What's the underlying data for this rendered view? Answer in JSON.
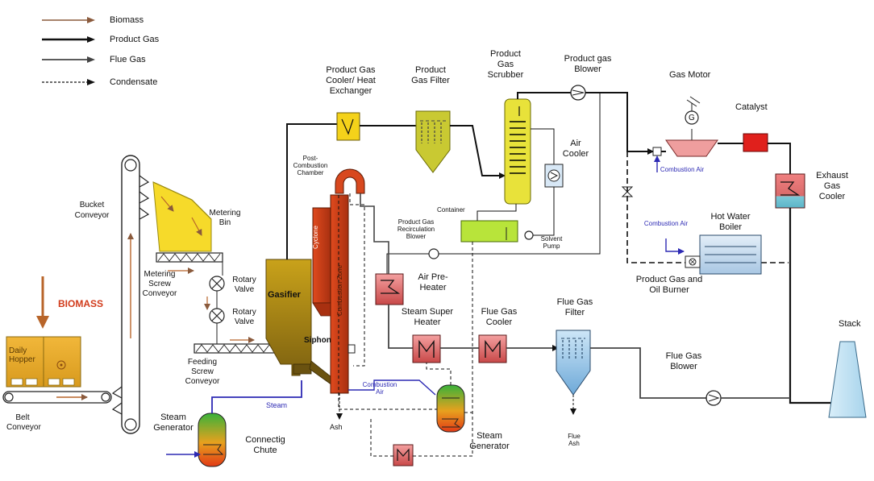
{
  "legend": [
    {
      "label": "Biomass",
      "style": "biomass"
    },
    {
      "label": "Product Gas",
      "style": "product"
    },
    {
      "label": "Flue Gas",
      "style": "flue"
    },
    {
      "label": "Condensate",
      "style": "condensate"
    }
  ],
  "colors": {
    "biomass_line": "#8a5a3c",
    "product_line": "#111111",
    "flue_line": "#444444",
    "steam_line": "#2d2ab4",
    "gasifier": "#b8960e",
    "combustion": "#c8431c",
    "hopper": "#e6a92a",
    "metering_bin": "#f6da2a",
    "exchanger": "#e07878",
    "filter": "#c9c932",
    "flue_filter": "#9ccbe8",
    "stack": "#bfe2f3",
    "catalyst": "#e0201c",
    "biomass_label": "#d13a1a"
  },
  "labels": {
    "biomass": "BIOMASS",
    "daily_hopper": "Daily Hopper",
    "belt_conveyor": "Belt Conveyor",
    "bucket_conveyor": "Bucket Conveyor",
    "metering_bin": "Metering Bin",
    "metering_screw_conveyor": "Metering Screw Conveyor",
    "rotary_valve_1": "Rotary Valve",
    "rotary_valve_2": "Rotary Valve",
    "feeding_screw_conveyor": "Feeding Screw Conveyor",
    "steam_generator_left": "Steam Generator",
    "steam": "Steam",
    "connecting_chute": "Connectig Chute",
    "gasifier": "Gasifier",
    "siphon": "Siphon",
    "cyclone": "Cyclone",
    "combustion_zone": "Combustion Zone",
    "post_combustion_chamber": "Post-Combustion Chamber",
    "ash": "Ash",
    "combustion_air_mid": "Combustion Air",
    "product_gas_cooler": "Product Gas Cooler/ Heat Exchanger",
    "product_gas_filter": "Product Gas Filter",
    "product_gas_scrubber": "Product Gas Scrubber",
    "product_gas_blower": "Product gas Blower",
    "air_cooler": "Air Cooler",
    "container": "Container",
    "recirculation_blower": "Product Gas Recirculation Blower",
    "solvent_pump": "Solvent Pump",
    "air_preheater": "Air Pre-Heater",
    "steam_super_heater": "Steam Super Heater",
    "flue_gas_cooler": "Flue Gas Cooler",
    "flue_gas_filter": "Flue Gas Filter",
    "flue_ash": "Flue Ash",
    "steam_generator_right": "Steam Generator",
    "gas_motor": "Gas Motor",
    "generator_symbol": "G",
    "combustion_air_motor": "Combustion Air",
    "catalyst": "Catalyst",
    "exhaust_gas_cooler": "Exhaust Gas Cooler",
    "hot_water_boiler": "Hot Water Boiler",
    "combustion_air_boiler": "Combustion Air",
    "product_gas_oil_burner": "Product Gas and Oil Burner",
    "flue_gas_blower": "Flue Gas Blower",
    "stack": "Stack"
  }
}
